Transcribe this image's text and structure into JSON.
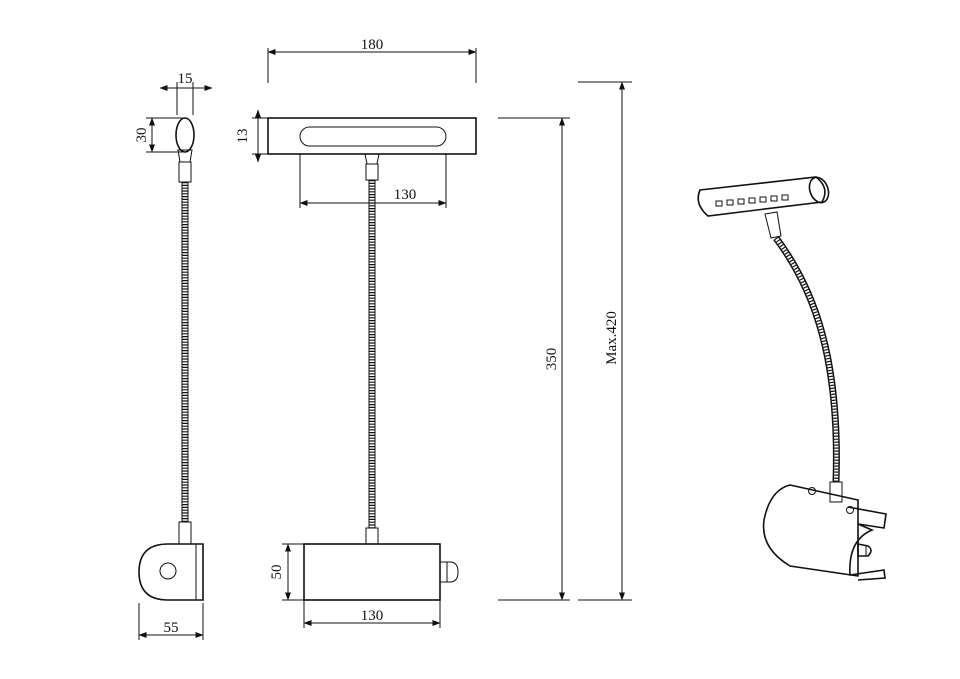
{
  "dimensions": {
    "side_width": "15",
    "side_height": "30",
    "head_length": "180",
    "head_height": "13",
    "head_slot": "130",
    "total_height": "350",
    "max_height": "Max.420",
    "base_height": "50",
    "base_length": "130",
    "base_depth": "55"
  },
  "colors": {
    "line": "#111111",
    "background": "#ffffff",
    "led": "#2a2a2a"
  }
}
